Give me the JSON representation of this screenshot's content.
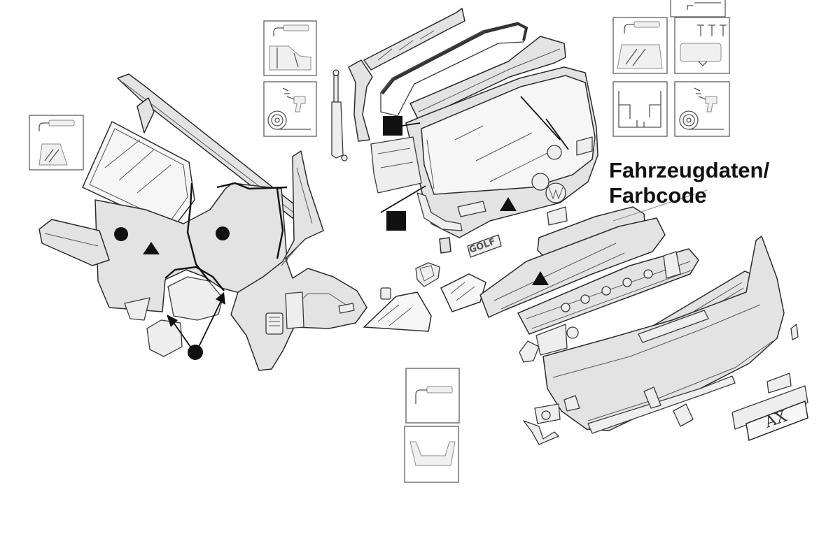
{
  "callout": {
    "line1": "Fahrzeugdaten/",
    "line2": "Farbcode"
  },
  "badges": {
    "tailgate_badge": "GOLF",
    "license_plate": "AX"
  },
  "icons": {
    "adhesive": "adhesive-tube-icon",
    "spray": "spray-gun-roll-icon",
    "door": "door-panel-icon",
    "window": "window-glass-icon",
    "screws": "screws-icon",
    "wiring": "wiring-harness-icon",
    "handle": "handle-bracket-icon"
  },
  "colors": {
    "part_fill": "#e3e3e3",
    "line": "#2b2b2b",
    "marker": "#111111"
  }
}
